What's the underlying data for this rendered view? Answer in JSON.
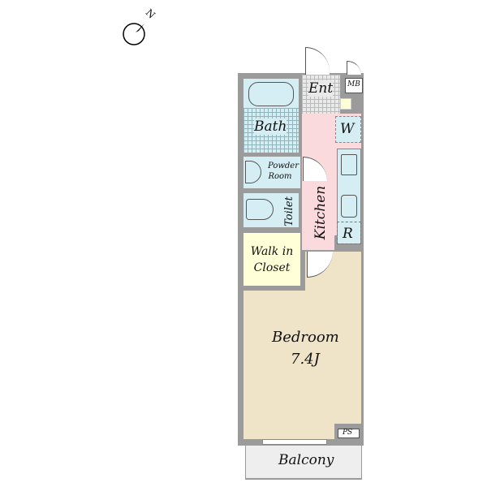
{
  "compass": {
    "label": "N"
  },
  "rooms": {
    "entrance": "Ent",
    "meter_box": "MB",
    "bath": "Bath",
    "washer": "W",
    "powder_room": "Powder Room",
    "toilet": "Toilet",
    "kitchen": "Kitchen",
    "refrigerator": "R",
    "walk_in_closet": "Walk in Closet",
    "bedroom": "Bedroom",
    "bedroom_size": "7.4J",
    "pipe_space": "PS",
    "balcony": "Balcony"
  },
  "colors": {
    "wall": "#9b9b9b",
    "wet": "#d5eef3",
    "kitchen": "#fadadd",
    "closet": "#ffffd8",
    "bedroom": "#efe4c8",
    "balcony": "#eeeeee"
  }
}
